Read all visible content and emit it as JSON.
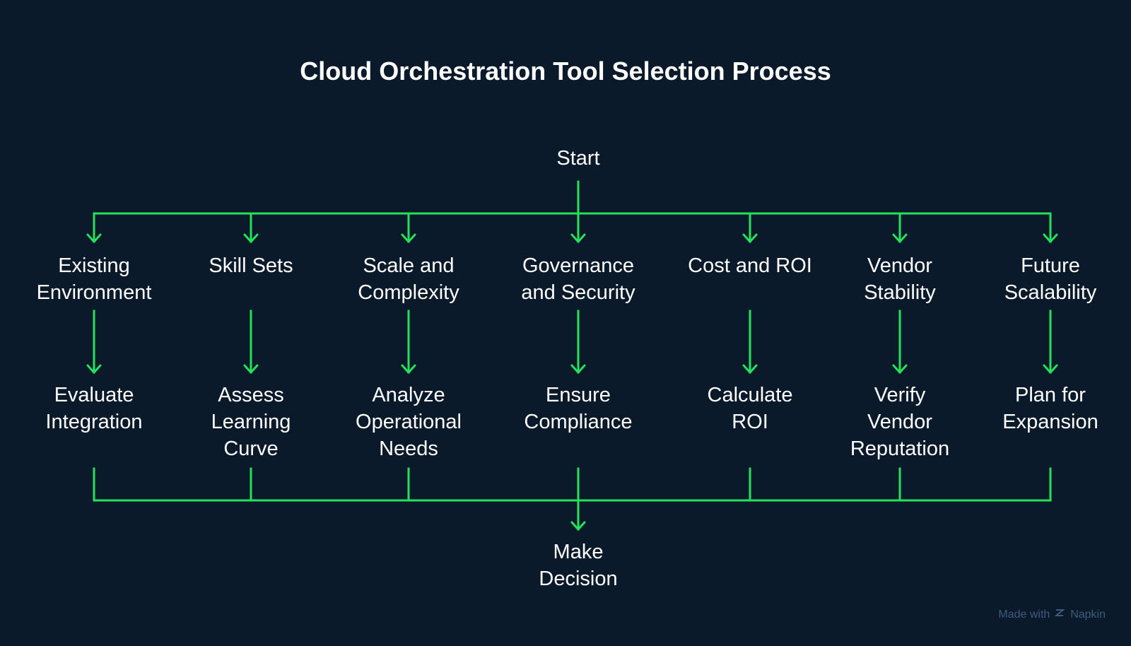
{
  "title": "Cloud Orchestration Tool Selection Process",
  "start": {
    "label": "Start"
  },
  "branches": [
    {
      "factor": [
        "Existing",
        "Environment"
      ],
      "action": [
        "Evaluate",
        "Integration"
      ]
    },
    {
      "factor": [
        "Skill Sets"
      ],
      "action": [
        "Assess",
        "Learning",
        "Curve"
      ]
    },
    {
      "factor": [
        "Scale and",
        "Complexity"
      ],
      "action": [
        "Analyze",
        "Operational",
        "Needs"
      ]
    },
    {
      "factor": [
        "Governance",
        "and Security"
      ],
      "action": [
        "Ensure",
        "Compliance"
      ]
    },
    {
      "factor": [
        "Cost and ROI"
      ],
      "action": [
        "Calculate",
        "ROI"
      ]
    },
    {
      "factor": [
        "Vendor",
        "Stability"
      ],
      "action": [
        "Verify",
        "Vendor",
        "Reputation"
      ]
    },
    {
      "factor": [
        "Future",
        "Scalability"
      ],
      "action": [
        "Plan for",
        "Expansion"
      ]
    }
  ],
  "end": {
    "label": [
      "Make",
      "Decision"
    ]
  },
  "colors": {
    "background": "#0b1a2b",
    "connector": "#22e35a",
    "text": "#ffffff",
    "watermark": "#3d5b7c"
  },
  "watermark": {
    "prefix": "Made with",
    "brand": "Napkin"
  }
}
